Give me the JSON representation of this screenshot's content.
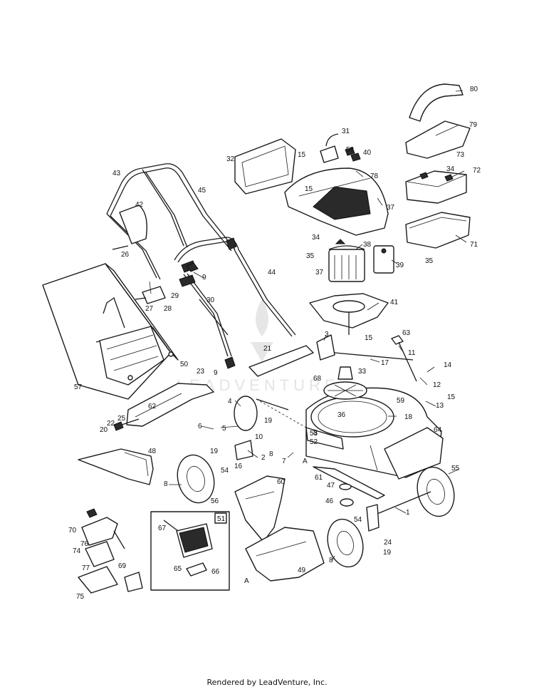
{
  "footer": "Rendered by LeadVenture, Inc.",
  "watermark": "LEADVENTURE",
  "inset_label": "51",
  "callouts": [
    "1",
    "2",
    "3",
    "4",
    "5",
    "6",
    "7",
    "8",
    "8",
    "8",
    "8",
    "9",
    "9",
    "10",
    "11",
    "12",
    "13",
    "14",
    "15",
    "15",
    "15",
    "15",
    "16",
    "17",
    "18",
    "19",
    "19",
    "19",
    "20",
    "21",
    "22",
    "23",
    "24",
    "25",
    "26",
    "27",
    "28",
    "29",
    "30",
    "31",
    "32",
    "33",
    "34",
    "34",
    "35",
    "35",
    "36",
    "37",
    "37",
    "38",
    "39",
    "40",
    "41",
    "42",
    "43",
    "44",
    "45",
    "46",
    "47",
    "48",
    "49",
    "50",
    "52",
    "53",
    "54",
    "54",
    "55",
    "56",
    "57",
    "58",
    "59",
    "60",
    "61",
    "62",
    "63",
    "64",
    "65",
    "66",
    "67",
    "68",
    "69",
    "70",
    "71",
    "72",
    "73",
    "74",
    "75",
    "76",
    "77",
    "78",
    "79",
    "80",
    "A",
    "A"
  ]
}
